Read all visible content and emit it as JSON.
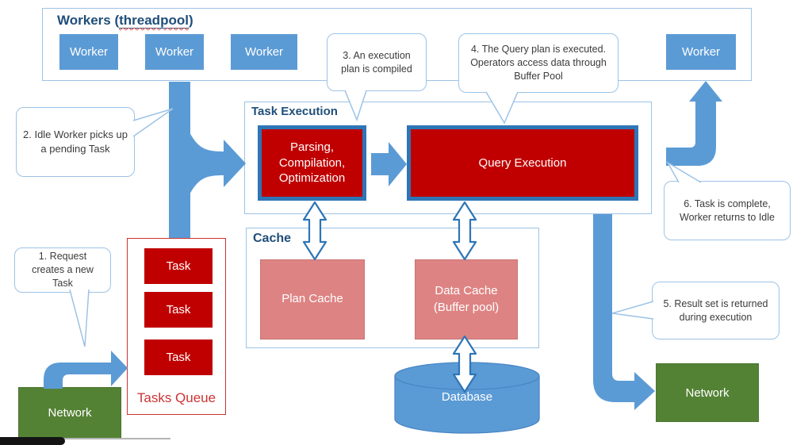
{
  "diagram": {
    "workers_panel": {
      "title_prefix": "Workers (",
      "title_word": "threadpool",
      "title_suffix": ")",
      "workers": [
        "Worker",
        "Worker",
        "Worker",
        "Worker"
      ]
    },
    "task_execution_panel": {
      "title": "Task Execution",
      "parsing_box": "Parsing, Compilation, Optimization",
      "query_box": "Query Execution"
    },
    "cache_panel": {
      "title": "Cache",
      "plan_cache": "Plan Cache",
      "data_cache": "Data Cache (Buffer pool)"
    },
    "tasks_queue": {
      "title": "Tasks Queue",
      "tasks": [
        "Task",
        "Task",
        "Task"
      ]
    },
    "network_left": {
      "label": "Network"
    },
    "network_right": {
      "label": "Network"
    },
    "database": {
      "label": "Database"
    },
    "callouts": {
      "c1": "1. Request creates a new Task",
      "c2": "2. Idle Worker picks up a pending Task",
      "c3": "3. An execution plan is compiled",
      "c4": "4. The Query plan is executed. Operators access data through Buffer Pool",
      "c5": "5. Result set is returned during execution",
      "c6": "6. Task is complete, Worker returns to Idle"
    },
    "colors": {
      "blue_fill": "#5B9BD5",
      "red_fill": "#C00000",
      "red_box_border": "#2E75B6",
      "pink_fill": "#DE8383",
      "green_fill": "#548235",
      "panel_border": "#9DC3E6",
      "label_text": "#1F4E79",
      "queue_red": "#CC3333",
      "callout_text": "#3B3B3B"
    }
  }
}
